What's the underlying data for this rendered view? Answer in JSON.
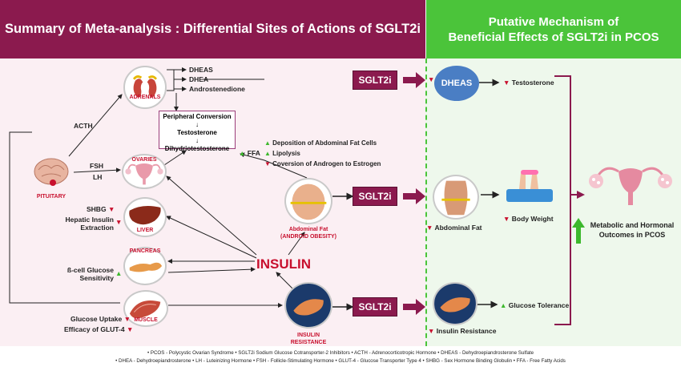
{
  "header": {
    "left_title": "Summary of Meta-analysis : Differential Sites of Actions of SGLT2i",
    "right_title_line1": "Putative Mechanism of",
    "right_title_line2": "Beneficial Effects of SGLT2i in PCOS"
  },
  "organs": {
    "pituitary": "PITUITARY",
    "adrenals": "ADRENALS",
    "ovaries": "OVARIES",
    "liver": "LIVER",
    "pancreas": "PANCREAS",
    "muscle": "MUSCLE"
  },
  "hormones": {
    "acth": "ACTH",
    "fsh": "FSH",
    "lh": "LH",
    "dheas": "DHEAS",
    "dhea": "DHEA",
    "androstenedione": "Androstenedione"
  },
  "conversion": {
    "line1": "Peripheral Conversion",
    "line2": "Testosterone",
    "line3": "Dihydriotestosterone",
    "arrow": "↓"
  },
  "ffa": {
    "label": "FFA",
    "item1": "Deposition of Abdominal Fat Cells",
    "item2": "Lipolysis",
    "item3": "Coversion of Androgen to Estrogen"
  },
  "liver_effects": {
    "shbg": "SHBG",
    "hepatic_line1": "Hepatic Insulin",
    "hepatic_line2": "Extraction"
  },
  "pancreas_effect": {
    "line1": "ß-cell Glucose",
    "line2": "Sensitivity"
  },
  "muscle_effects": {
    "uptake": "Glucose Uptake",
    "glut4": "Efficacy of GLUT-4"
  },
  "insulin": "INSULIN",
  "abdominal": {
    "line1": "Abdominal Fat",
    "line2": "(ANDROID OBESITY)"
  },
  "insulin_resistance": {
    "line1": "INSULIN",
    "line2": "RESISTANCE"
  },
  "sglt2i_label": "SGLT2i",
  "outcomes": {
    "dheas": "DHEAS",
    "testosterone": "Testosterone",
    "abdominal_fat": "Abdominal Fat",
    "body_weight": "Body Weight",
    "glucose_tolerance": "Glucose Tolerance",
    "insulin_resistance": "Insulin Resistance",
    "final_line1": "Metabolic and Hormonal",
    "final_line2": "Outcomes in PCOS"
  },
  "footer": {
    "line1": "• PCOS - Polycystic Ovarian Syndrome • SGLT2i Sodium Glucose Cotransporter-2 Inhibitors • ACTH - Adrenocorticotropic Hormone • DHEAS - Dehydroepiandrosterone Sulfate",
    "line2": "• DHEA - Dehydroepiandrosterone • LH - Luteinizing Hormone • FSH - Follicle-Stimulating Hormone • GLUT-4 - Glucose Transporter Type 4 • SHBG - Sex Hormone Binding Globulin • FFA - Free Fatty Acids"
  },
  "colors": {
    "maroon": "#8b1a4e",
    "green": "#4bc43a",
    "red": "#c8102e"
  }
}
